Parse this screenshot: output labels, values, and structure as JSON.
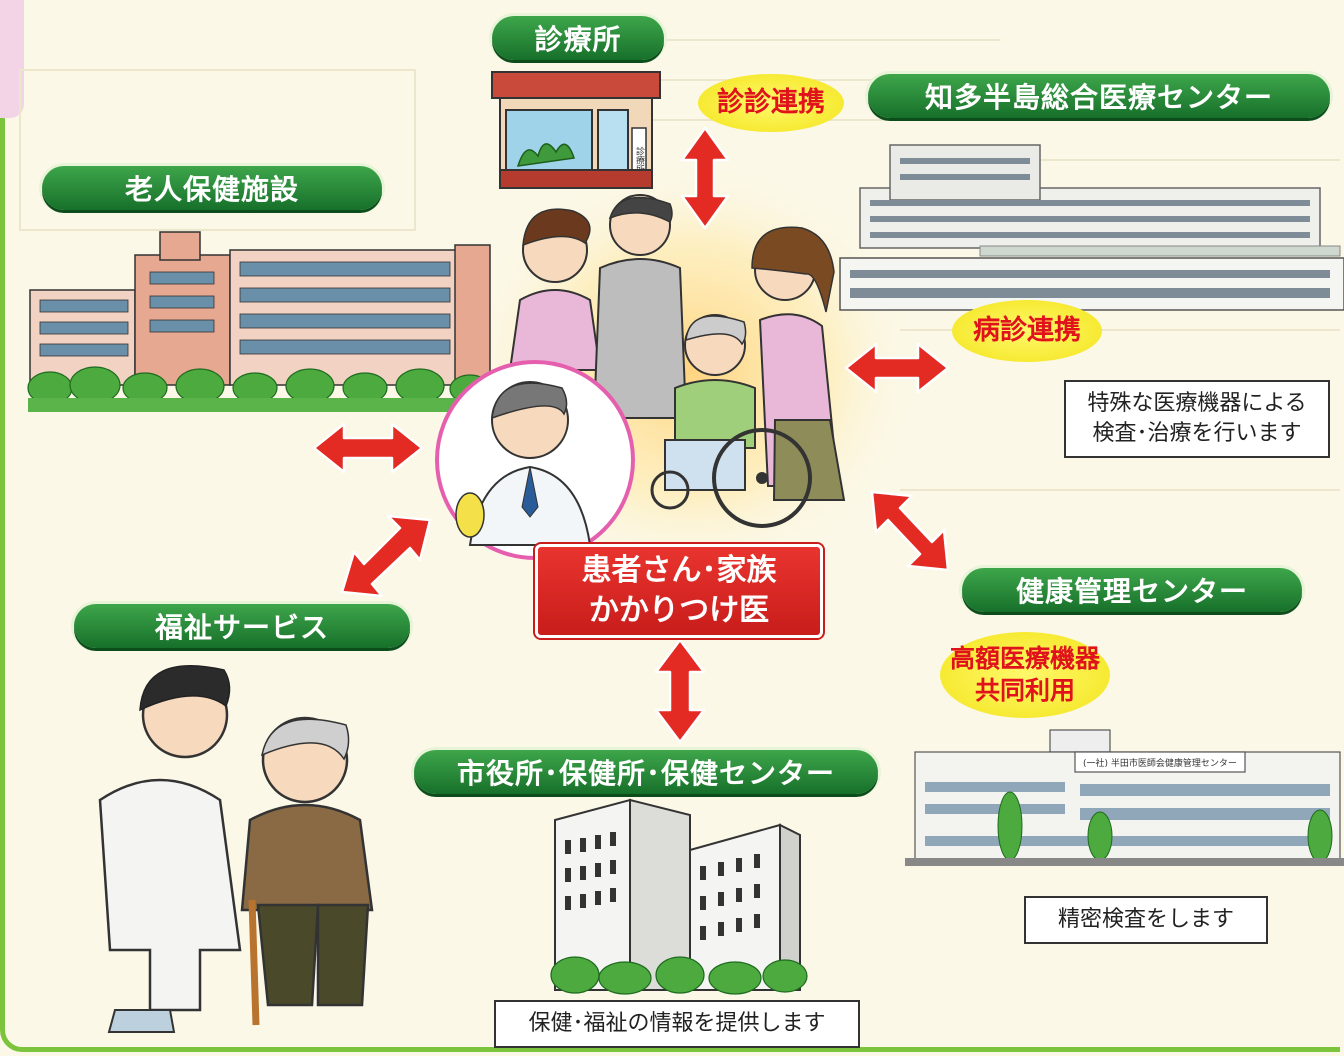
{
  "nodes": {
    "clinic": "診療所",
    "general_hospital": "知多半島総合医療センター",
    "elderly_facility": "老人保健施設",
    "welfare": "福祉サービス",
    "health_center": "健康管理センター",
    "city_office": "市役所･保健所･保健センター"
  },
  "center": {
    "line1": "患者さん･家族",
    "line2": "かかりつけ医"
  },
  "badges": {
    "clinic_link": "診診連携",
    "hospital_link": "病診連携",
    "equipment_line1": "高額医療機器",
    "equipment_line2": "共同利用"
  },
  "notes": {
    "hospital_line1": "特殊な医療機器による",
    "hospital_line2": "検査･治療を行います",
    "health_center": "精密検査をします",
    "city_office": "保健･福祉の情報を提供します"
  },
  "building_signs": {
    "health_center_sign": "(一社) 半田市医師会健康管理センター",
    "clinic_sign": "診療所"
  },
  "colors": {
    "pill_green": "#17702a",
    "arrow_red": "#e32a23",
    "badge_yellow": "#f6e823",
    "badge_text": "#e0121c",
    "frame_green": "#7cc43c",
    "background": "#fbf8e7"
  }
}
